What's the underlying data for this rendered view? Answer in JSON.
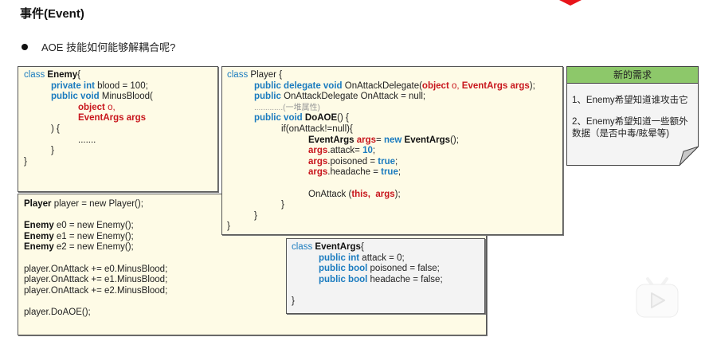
{
  "slide": {
    "title": "事件(Event)",
    "bullet": "AOE 技能如何能够解耦合呢?"
  },
  "enemy_class": {
    "lines": [
      {
        "parts": [
          "class",
          " ",
          "Enemy",
          "{"
        ]
      },
      {
        "parts": [
          "private int",
          " blood = 100;"
        ]
      },
      {
        "parts": [
          "public void",
          " MinusBlood("
        ]
      },
      {
        "parts": [
          "object",
          " o,"
        ]
      },
      {
        "parts": [
          "EventArgs args"
        ]
      },
      {
        "parts": [
          ") {"
        ]
      },
      {
        "parts": [
          "......."
        ]
      },
      {
        "parts": [
          "}"
        ]
      },
      {
        "parts": [
          "}"
        ]
      }
    ]
  },
  "player_class": {
    "l0": [
      "class",
      " Player {"
    ],
    "l1": [
      "public delegate void",
      " OnAttackDelegate(",
      "object",
      " o, ",
      "EventArgs args",
      ");"
    ],
    "l2": [
      "public",
      " OnAttackDelegate OnAttack = null;"
    ],
    "l3": ".............(一堆属性)",
    "l4": [
      "public void",
      " ",
      "DoAOE",
      "() {"
    ],
    "l5": "if(onAttack!=null){",
    "l6": [
      "EventArgs",
      " ",
      "args",
      "= ",
      "new",
      " ",
      "EventArgs",
      "();"
    ],
    "l7": [
      "args",
      ".attack= ",
      "10",
      ";"
    ],
    "l8": [
      "args",
      ".poisoned = ",
      "true",
      ";"
    ],
    "l9": [
      "args",
      ".headache = ",
      "true",
      ";"
    ],
    "l10": [
      "OnAttack (",
      "this,  args",
      ");"
    ],
    "l11": "}",
    "l12": "}",
    "l13": "}"
  },
  "main_code": {
    "l0": [
      "Player",
      " player = new Player();"
    ],
    "l1": [
      "Enemy",
      " e0 = new Enemy();"
    ],
    "l2": [
      "Enemy",
      " e1 = new Enemy();"
    ],
    "l3": [
      "Enemy",
      " e2 = new Enemy();"
    ],
    "l4": "player.OnAttack += e0.MinusBlood;",
    "l5": "player.OnAttack += e1.MinusBlood;",
    "l6": "player.OnAttack += e2.MinusBlood;",
    "l7": "player.DoAOE();"
  },
  "eventargs_class": {
    "l0": [
      "class",
      " ",
      "EventArgs",
      "{"
    ],
    "l1": [
      "public int",
      " attack = 0;"
    ],
    "l2": [
      "public bool",
      " poisoned = false;"
    ],
    "l3": [
      "public bool",
      " headache = false;"
    ],
    "l4": "}"
  },
  "note": {
    "header": "新的需求",
    "item1": "1、Enemy希望知道谁攻击它",
    "item2": "2、Enemy希望知道一些额外数据（是否中毒/眩晕等)"
  },
  "colors": {
    "keyword": "#1a7bbf",
    "highlight": "#c8161d",
    "box_background": "#fefbe6",
    "note_header": "#8dc86a"
  },
  "watermark_icon": "bilibili-tv-play-icon"
}
